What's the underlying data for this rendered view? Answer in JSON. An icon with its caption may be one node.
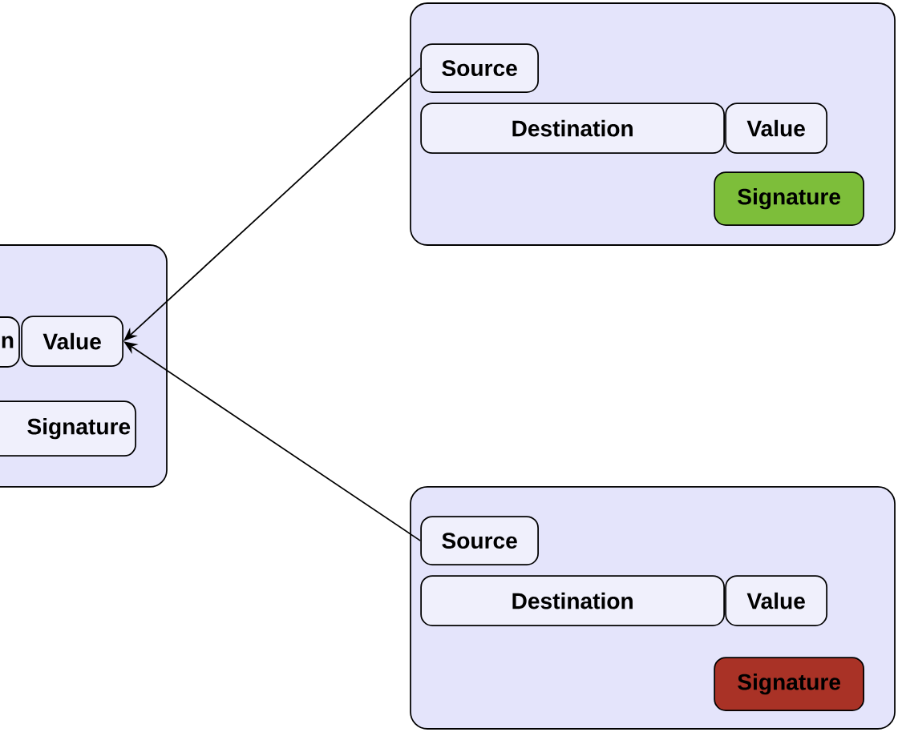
{
  "diagram": {
    "nodes": [
      {
        "text": [],
        "shape": "box"
      },
      {
        "text": [
          "n"
        ]
      },
      {
        "text": [
          "Value"
        ],
        "in": 0
      },
      {
        "text": [
          "Signature"
        ],
        "in": 0
      },
      {
        "text": [],
        "shape": "box"
      },
      {
        "text": [
          "Source"
        ],
        "in": 4
      },
      {
        "text": [
          "Destination"
        ],
        "in": 4
      },
      {
        "text": [
          "Value"
        ],
        "in": 4
      },
      {
        "text": [
          "Signature"
        ],
        "in": 4
      },
      {
        "text": [],
        "shape": "box"
      },
      {
        "text": [
          "Source"
        ],
        "in": 9
      },
      {
        "text": [
          "Destination"
        ],
        "in": 9
      },
      {
        "text": [
          "Value"
        ],
        "in": 9
      },
      {
        "text": [
          "Signature"
        ],
        "in": 9
      }
    ],
    "edges": [
      {
        "from": 5,
        "to": 2,
        "arrow": "to"
      },
      {
        "from": 10,
        "to": 2,
        "arrow": "to"
      }
    ]
  }
}
